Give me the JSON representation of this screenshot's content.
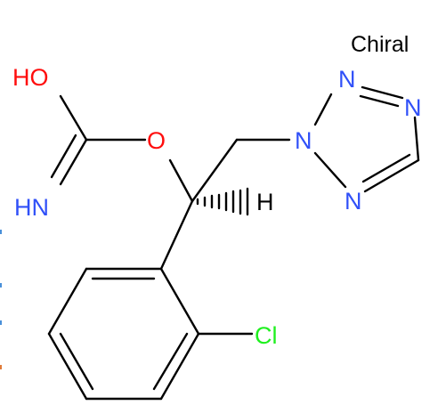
{
  "colors": {
    "carbon": "#000000",
    "oxygen": "#ff0d0d",
    "nitrogen": "#3050f8",
    "chlorine": "#1ff01f",
    "hydrogen": "#000000",
    "background": "#ffffff"
  },
  "labels": {
    "chiral": "Chiral",
    "hydroxyl": "HO",
    "ester_oxygen": "O",
    "imine": "HN",
    "stereo_hydrogen": "H",
    "chlorine": "Cl",
    "tetrazole_n1": "N",
    "tetrazole_n2": "N",
    "tetrazole_n3": "N",
    "tetrazole_n4": "N"
  }
}
